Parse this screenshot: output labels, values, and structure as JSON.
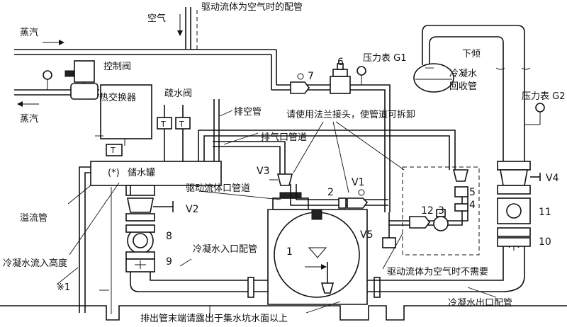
{
  "labels": {
    "air": "空气",
    "air_piping": "驱动流体为空气时的配管",
    "steam_top": "蒸汽",
    "control_valve": "控制阀",
    "steam_bottom": "蒸汽",
    "heat_exchanger": "热交换器",
    "steam_trap": "疏水阀",
    "vent_pipe": "排空管",
    "flange_note": "请使用法兰接头，使管道可拆卸",
    "exhaust_pipe": "排气口管道",
    "storage_tank": "储水罐",
    "drive_fluid_pipe": "驱动流体口管道",
    "overflow_pipe": "溢流管",
    "condensate_inlet": "冷凝水入口配管",
    "inflow_height": "冷凝水流入高度",
    "not_needed_for_air": "驱动流体为空气时不需要",
    "condensate_outlet": "冷凝水出口配管",
    "drain_note": "排出管末端请露出于集水坑水面以上",
    "gauge_g1": "压力表 G1",
    "slope_down": "下倾",
    "return_pipe_1": "冷凝水",
    "return_pipe_2": "回收管",
    "gauge_g2": "压力表 G2",
    "v3": "V3",
    "v1": "V1",
    "v5": "V5",
    "v2": "V2",
    "v4": "V4",
    "n1": "1",
    "n2": "2",
    "n3": "3",
    "n4": "4",
    "n5": "5",
    "n6": "6",
    "n7": "7",
    "n8": "8",
    "n9": "9",
    "n10": "10",
    "n11": "11",
    "n12": "12",
    "asterisk": "(*)",
    "note1": "※1"
  }
}
